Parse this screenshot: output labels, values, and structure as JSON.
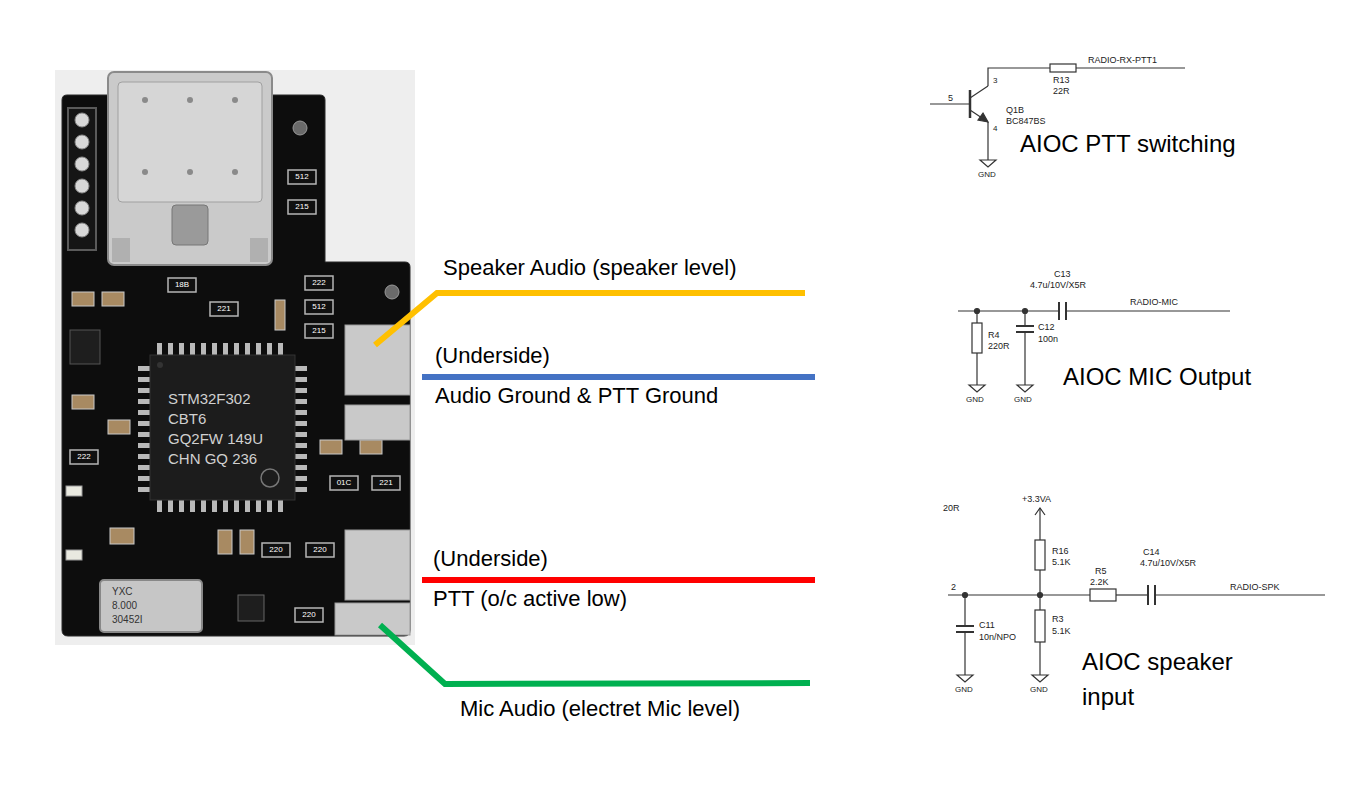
{
  "diagram": {
    "labels": [
      "Speaker Audio (speaker level)",
      "(Underside)",
      "Audio Ground & PTT Ground",
      "(Underside)",
      "PTT (o/c active low)",
      "Mic Audio (electret Mic level)",
      "AIOC PTT switching",
      "AIOC MIC Output",
      "AIOC speaker input",
      "RADIO-RX-PTT1",
      "R13",
      "22R",
      "Q1B",
      "BC847BS",
      "5",
      "3",
      "4",
      "GND",
      "C13",
      "4.7u/10V/X5R",
      "RADIO-MIC",
      "R4",
      "220R",
      "C12",
      "100n",
      "GND",
      "GND",
      "20R",
      "+3.3VA",
      "R16",
      "5.1K",
      "R5",
      "2.2K",
      "C14",
      "4.7u/10V/X5R",
      "RADIO-SPK",
      "2",
      "C11",
      "10n/NPO",
      "R3",
      "5.1K",
      "GND",
      "GND",
      "STM32F302",
      "CBT6",
      "GQ2FW 149U",
      "CHN GQ 236",
      "YXC",
      "8.000",
      "30452I",
      "512",
      "215",
      "222",
      "512",
      "215",
      "18B",
      "221",
      "222",
      "01C",
      "221",
      "220",
      "220",
      "220"
    ]
  }
}
